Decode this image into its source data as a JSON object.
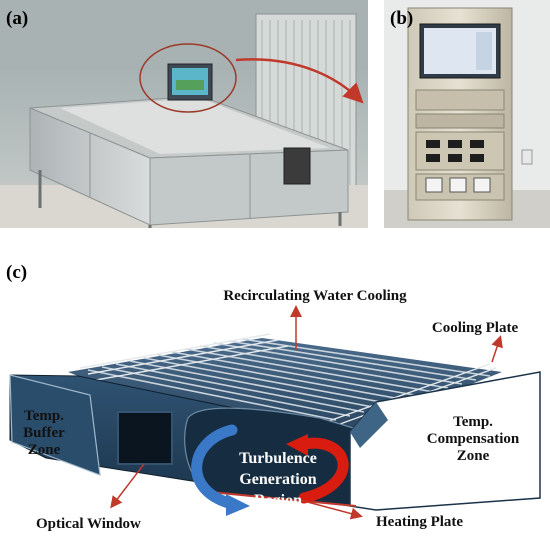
{
  "panels": {
    "a": "(a)",
    "b": "(b)",
    "c": "(c)"
  },
  "schematic_labels": {
    "recirculating": "Recirculating Water Cooling",
    "cooling_plate": "Cooling Plate",
    "buffer_zone": "Temp.\nBuffer\nZone",
    "compensation_zone": "Temp.\nCompensation\nZone",
    "turbulence": "Turbulence\nGeneration\nRegion",
    "optical_window": "Optical Window",
    "heating_plate": "Heating Plate"
  },
  "colors": {
    "chamber_dark": "#1e3246",
    "chamber_mid": "#2e4e6e",
    "arrow_red": "#c0392b",
    "flow_blue": "#3a78c8",
    "flow_red": "#d81c10"
  }
}
